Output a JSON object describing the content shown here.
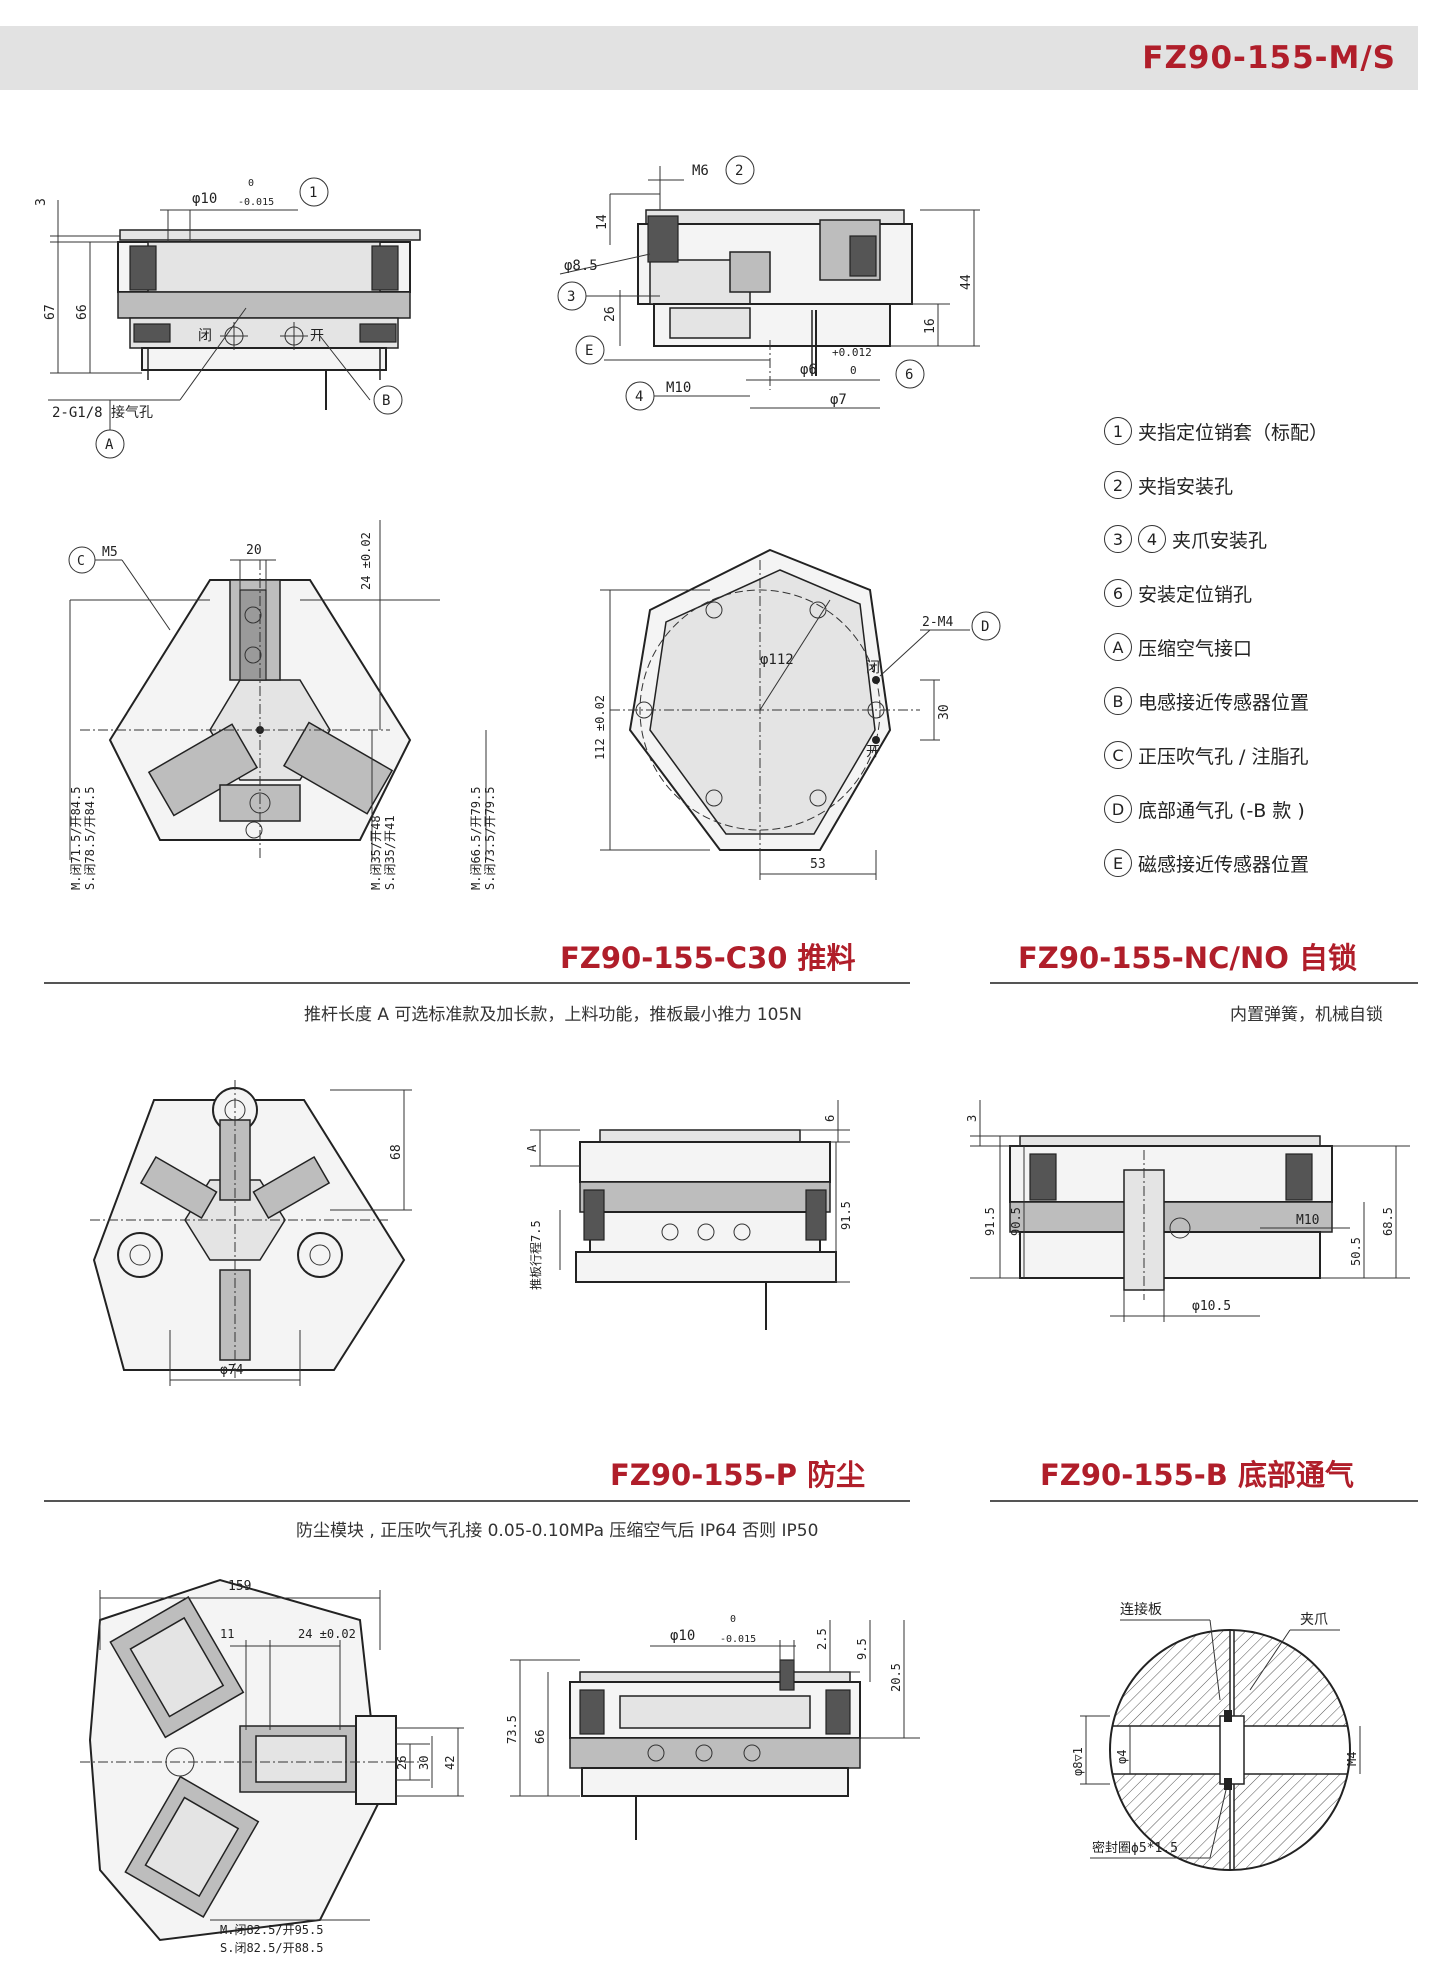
{
  "header": {
    "title": "FZ90-155-M/S"
  },
  "legend": [
    {
      "marks": [
        "1"
      ],
      "text": "夹指定位销套（标配）"
    },
    {
      "marks": [
        "2"
      ],
      "text": "夹指安装孔"
    },
    {
      "marks": [
        "3",
        "4"
      ],
      "text": "夹爪安装孔"
    },
    {
      "marks": [
        "6"
      ],
      "text": "安装定位销孔"
    },
    {
      "marks": [
        "A"
      ],
      "text": "压缩空气接口"
    },
    {
      "marks": [
        "B"
      ],
      "text": "电感接近传感器位置"
    },
    {
      "marks": [
        "C"
      ],
      "text": "正压吹气孔 / 注脂孔"
    },
    {
      "marks": [
        "D"
      ],
      "text": "底部通气孔 (-B 款 )"
    },
    {
      "marks": [
        "E"
      ],
      "text": "磁感接近传感器位置"
    }
  ],
  "sections": {
    "c30": {
      "title": "FZ90-155-C30 推料",
      "desc": "推杆长度 A 可选标准款及加长款，上料功能，推板最小推力 105N"
    },
    "nc": {
      "title": "FZ90-155-NC/NO 自锁",
      "desc": "内置弹簧，机械自锁"
    },
    "p": {
      "title": "FZ90-155-P 防尘",
      "desc": "防尘模块 , 正压吹气孔接 0.05-0.10MPa 压缩空气后 IP64 否则 IP50"
    },
    "b": {
      "title": "FZ90-155-B 底部通气"
    }
  },
  "drawings": {
    "front": {
      "d3": "3",
      "d67": "67",
      "d66": "66",
      "phi10": "φ10",
      "tol_up": "0",
      "tol_dn": "-0.015",
      "m1": "1",
      "close": "闭",
      "open": "开",
      "port": "2-G1/8 接气孔",
      "mA": "A",
      "mB": "B"
    },
    "side": {
      "m6": "M6",
      "m2": "2",
      "d14": "14",
      "phi85": "φ8.5",
      "m3": "3",
      "d26": "26",
      "mE": "E",
      "d44": "44",
      "d16": "16",
      "tol": "+0.012",
      "tol0": "0",
      "phi6": "φ6",
      "m6c": "6",
      "m4": "4",
      "m10": "M10",
      "phi7": "φ7"
    },
    "top": {
      "mC": "C",
      "m5": "M5",
      "d20": "20",
      "d24": "24 ±0.02",
      "l1a": "M.闭71.5/开84.5",
      "l1b": "S.闭78.5/开84.5",
      "l2a": "M.闭35/开48",
      "l2b": "S.闭35/开41",
      "l3a": "M.闭66.5/开79.5",
      "l3b": "S.闭73.5/开79.5"
    },
    "bottom": {
      "d112": "112 ±0.02",
      "phi112": "φ112",
      "m4": "2-M4",
      "mD": "D",
      "close": "闭",
      "open": "开",
      "d30": "30",
      "d53": "53"
    },
    "c30_top": {
      "d68": "68",
      "phi74": "φ74"
    },
    "c30_side": {
      "d6": "6",
      "dA": "A",
      "stroke": "推板行程7.5",
      "d915": "91.5"
    },
    "nc_side": {
      "d3": "3",
      "d915": "91.5",
      "d905": "90.5",
      "m10": "M10",
      "d505": "50.5",
      "d685": "68.5",
      "phi105": "φ10.5"
    },
    "p_top": {
      "d159": "159",
      "d11": "11",
      "d24": "24 ±0.02",
      "d26": "26",
      "d30": "30",
      "d42": "42",
      "la": "M.闭82.5/开95.5",
      "lb": "S.闭82.5/开88.5"
    },
    "p_side": {
      "phi10": "φ10",
      "tol_up": "0",
      "tol_dn": "-0.015",
      "d25": "2.5",
      "d95": "9.5",
      "d205": "20.5",
      "d735": "73.5",
      "d66": "66"
    },
    "b_detail": {
      "plate": "连接板",
      "jaw": "夹爪",
      "phi8": "φ8▽1",
      "phi4": "φ4",
      "m4": "M4",
      "seal": "密封圈ϕ5*1.5"
    }
  }
}
